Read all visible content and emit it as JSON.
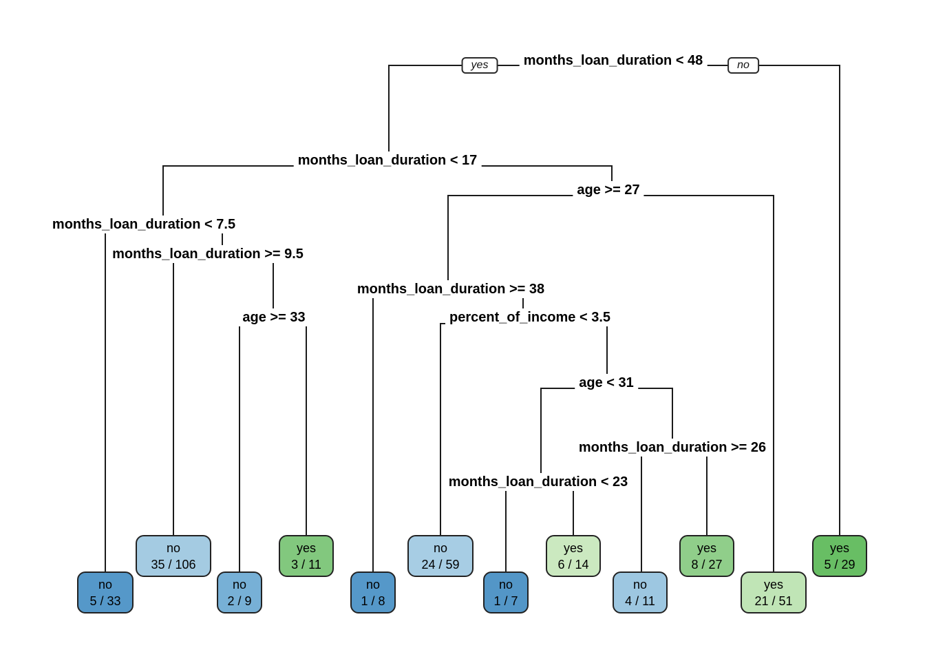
{
  "figure": {
    "background": "#ffffff",
    "line_color": "#1a1a1a",
    "text_color": "#000000"
  },
  "root_edge_labels": {
    "yes": "yes",
    "no": "no"
  },
  "nodes": [
    {
      "label": "months_loan_duration < 48"
    },
    {
      "label": "months_loan_duration < 17"
    },
    {
      "label": "months_loan_duration < 7.5"
    },
    {
      "label": "months_loan_duration >= 9.5"
    },
    {
      "label": "age >= 33"
    },
    {
      "label": "age >= 27"
    },
    {
      "label": "months_loan_duration >= 38"
    },
    {
      "label": "percent_of_income < 3.5"
    },
    {
      "label": "age < 31"
    },
    {
      "label": "months_loan_duration < 23"
    },
    {
      "label": "months_loan_duration >= 26"
    }
  ],
  "leaves": [
    {
      "class": "no",
      "count": "5 / 33",
      "color": "#5598c9"
    },
    {
      "class": "no",
      "count": "35 / 106",
      "color": "#a4cbe2"
    },
    {
      "class": "no",
      "count": "2 / 9",
      "color": "#77b0d6"
    },
    {
      "class": "yes",
      "count": "3 / 11",
      "color": "#82c87e"
    },
    {
      "class": "no",
      "count": "1 / 8",
      "color": "#5598c9"
    },
    {
      "class": "no",
      "count": "24 / 59",
      "color": "#a7cde4"
    },
    {
      "class": "no",
      "count": "1 / 7",
      "color": "#5396c7"
    },
    {
      "class": "yes",
      "count": "6 / 14",
      "color": "#cbe9c0"
    },
    {
      "class": "no",
      "count": "4 / 11",
      "color": "#9dc7e1"
    },
    {
      "class": "yes",
      "count": "8 / 27",
      "color": "#90ce8a"
    },
    {
      "class": "yes",
      "count": "21 / 51",
      "color": "#c0e5b6"
    },
    {
      "class": "yes",
      "count": "5 / 29",
      "color": "#68be64"
    }
  ],
  "tree": {
    "split": "months_loan_duration < 48",
    "yes": {
      "split": "months_loan_duration < 17",
      "yes": {
        "split": "months_loan_duration < 7.5",
        "yes": {
          "leaf": "no 5 / 33"
        },
        "no": {
          "split": "months_loan_duration >= 9.5",
          "yes": {
            "leaf": "no 35 / 106"
          },
          "no": {
            "split": "age >= 33",
            "yes": {
              "leaf": "no 2 / 9"
            },
            "no": {
              "leaf": "yes 3 / 11"
            }
          }
        }
      },
      "no": {
        "split": "age >= 27",
        "yes": {
          "split": "months_loan_duration >= 38",
          "yes": {
            "leaf": "no 1 / 8"
          },
          "no": {
            "split": "percent_of_income < 3.5",
            "yes": {
              "leaf": "no 24 / 59"
            },
            "no": {
              "split": "age < 31",
              "yes": {
                "split": "months_loan_duration < 23",
                "yes": {
                  "leaf": "no 1 / 7"
                },
                "no": {
                  "leaf": "yes 6 / 14"
                }
              },
              "no": {
                "split": "months_loan_duration >= 26",
                "yes": {
                  "leaf": "no 4 / 11"
                },
                "no": {
                  "leaf": "yes 8 / 27"
                }
              }
            }
          }
        },
        "no": {
          "leaf": "yes 21 / 51"
        }
      }
    },
    "no": {
      "leaf": "yes 5 / 29"
    }
  }
}
